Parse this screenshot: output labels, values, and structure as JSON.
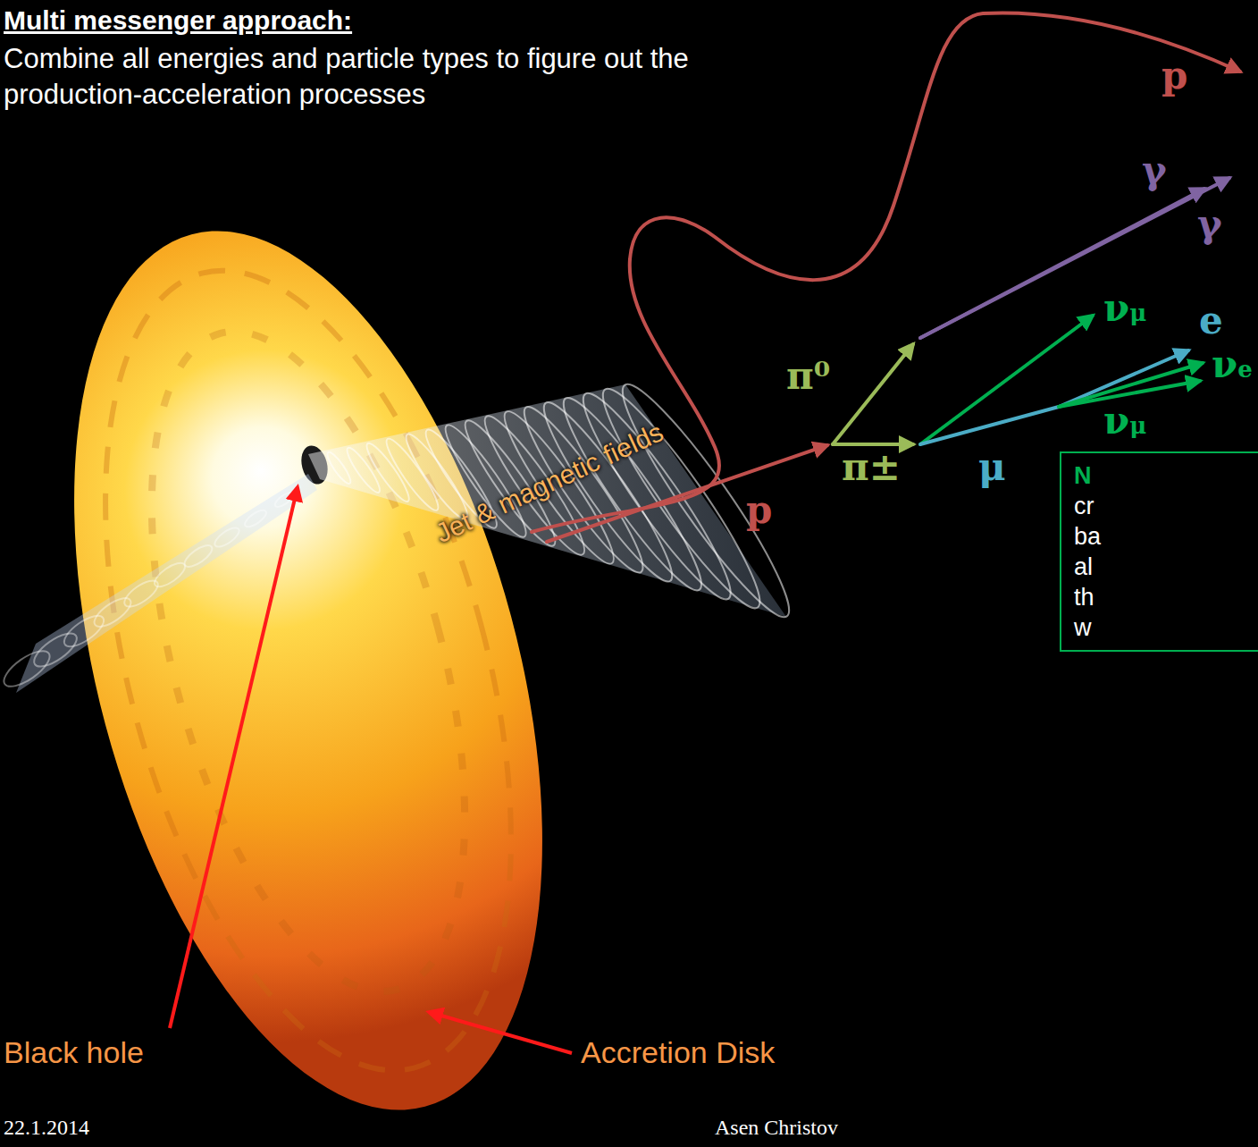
{
  "diagram": {
    "title": "Multi messenger approach:",
    "nodes": [
      {
        "text": [
          "N",
          "cr ba al th w"
        ]
      }
    ],
    "labels": [
      "Combine all energies and particle types to figure out the production-acceleration processes",
      "p",
      "p",
      "γ",
      "γ",
      "π⁰",
      "π±",
      "μ",
      "νμ",
      "e",
      "νe",
      "νμ",
      "Jet & magnetic fields",
      "Black hole",
      "Accretion Disk",
      "22.1.2014",
      "Asen Christov"
    ]
  }
}
